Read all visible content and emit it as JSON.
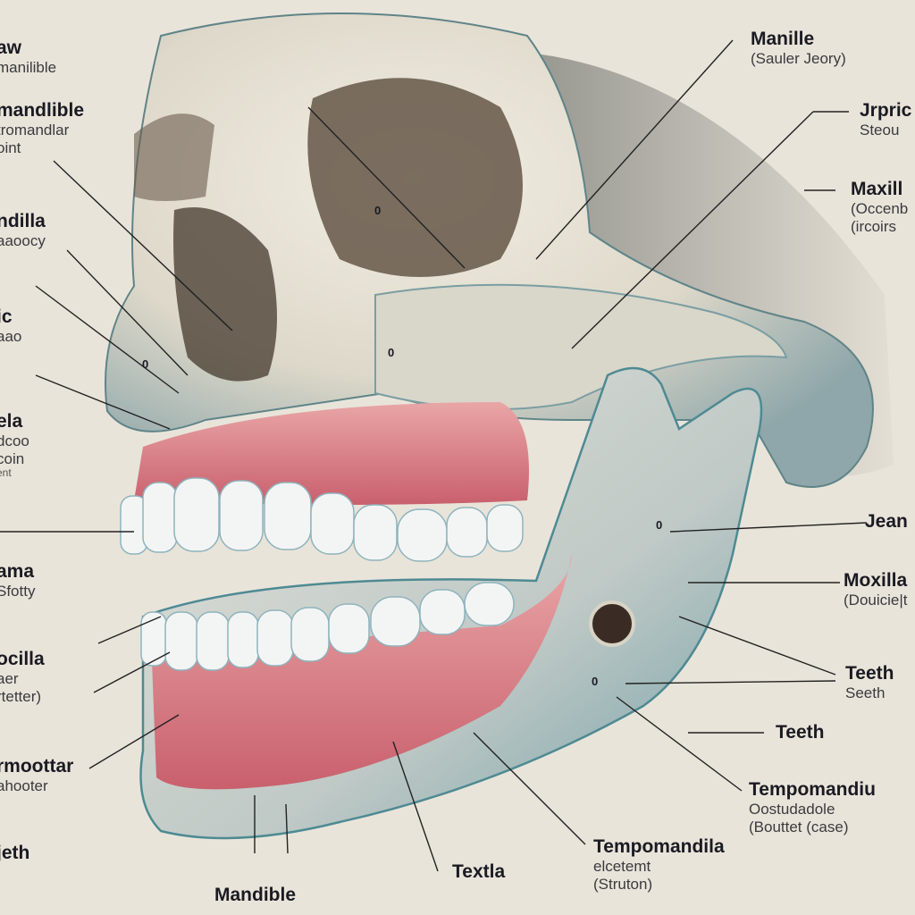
{
  "colors": {
    "background": "#e9e4da",
    "bone": "#e6e1d3",
    "bone_shadow": "#8fa6a8",
    "gum": "#d77f86",
    "tooth": "#f3f5f4",
    "line": "#222222"
  },
  "left_labels": [
    {
      "title": "aw",
      "sub": [
        "manilible"
      ]
    },
    {
      "title": "mandlible",
      "sub": [
        "tromandlar",
        "oint"
      ]
    },
    {
      "title": "ndilla",
      "sub": [
        "aaoocy"
      ]
    },
    {
      "title": "ic",
      "sub": [
        "aao"
      ]
    },
    {
      "title": "ela",
      "sub": [
        "dcoo",
        "coin",
        "ent"
      ]
    },
    {
      "title": "ama",
      "sub": [
        "Sfotty"
      ]
    },
    {
      "title": "ocilla",
      "sub": [
        "aer",
        "rtetter)"
      ]
    },
    {
      "title": "rmoottar",
      "sub": [
        "ahooter"
      ]
    },
    {
      "title": "jeth",
      "sub": []
    }
  ],
  "right_labels": [
    {
      "title": "Manille",
      "sub": [
        "(Sauler Jeory)"
      ]
    },
    {
      "title": "Jrpric",
      "sub": [
        "Steou"
      ]
    },
    {
      "title": "Maxill",
      "sub": [
        "(Occenb",
        "(ircoirs"
      ]
    },
    {
      "title": "Jean",
      "sub": []
    },
    {
      "title": "Moxilla",
      "sub": [
        "(Douicie|t"
      ]
    },
    {
      "title": "Teeth",
      "sub": [
        "Seeth"
      ]
    },
    {
      "title": "Teeth",
      "sub": []
    },
    {
      "title": "Tempomandiu",
      "sub": [
        "Oostudadole",
        "(Bouttet (case)"
      ]
    }
  ],
  "bottom_labels": [
    {
      "title": "Mandible",
      "sub": []
    },
    {
      "title": "Textla",
      "sub": []
    },
    {
      "title": "Tempomandila",
      "sub": [
        "elcetemt",
        "(Struton)"
      ]
    }
  ],
  "markers": [
    "0",
    "0",
    "0",
    "0",
    "0"
  ]
}
